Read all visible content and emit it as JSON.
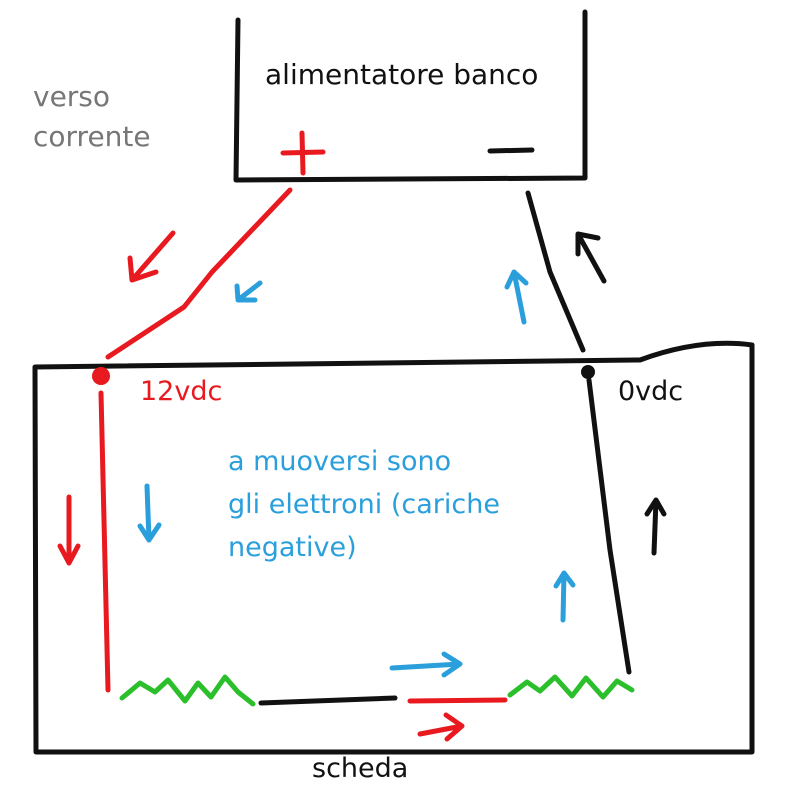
{
  "supply": {
    "title": "alimentatore banco",
    "plus": "+",
    "minus": "–"
  },
  "current_note": {
    "line1": "verso",
    "line2": "corrente"
  },
  "terminals": {
    "positive": "12vdc",
    "ground": "0vdc"
  },
  "electrons_note": {
    "line1": "a muoversi sono",
    "line2": "gli elettroni (cariche",
    "line3": "negative)"
  },
  "board": {
    "label": "scheda"
  },
  "colors": {
    "positive_wire": "#e8191f",
    "ground_wire": "#111111",
    "resistor": "#2bbf2b",
    "electron_flow": "#2a9fdc",
    "current_flow": "#e8191f",
    "current_note_text": "#777777"
  },
  "icons": [
    "plus-sign-icon",
    "minus-sign-icon",
    "resistor-icon",
    "arrow-icon",
    "terminal-dot-icon"
  ]
}
